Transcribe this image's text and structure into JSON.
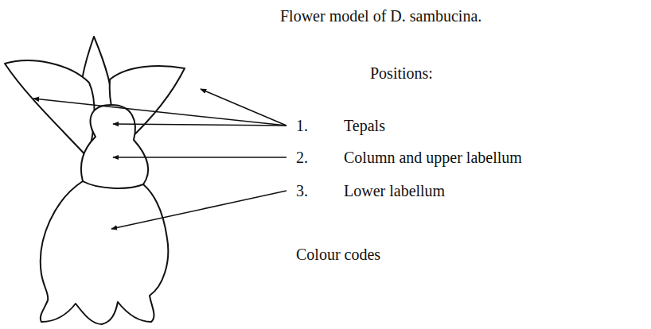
{
  "diagram": {
    "title": "Flower model of D. sambucina.",
    "labels": [
      "Positions:",
      "1.",
      "Tepals",
      "2.",
      "Column and upper labellum",
      "3.",
      "Lower labellum",
      "Colour codes"
    ]
  }
}
